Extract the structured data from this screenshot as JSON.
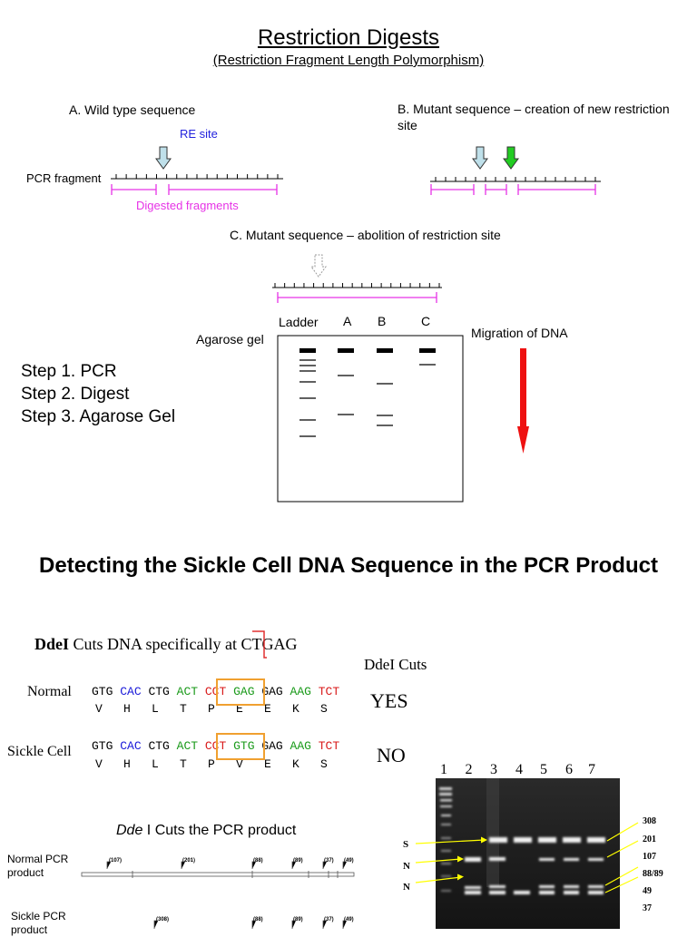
{
  "header": {
    "title": "Restriction Digests",
    "subtitle": "(Restriction Fragment Length Polymorphism)"
  },
  "section_a": {
    "label": "A. Wild type sequence",
    "re_site": "RE site",
    "pcr_fragment": "PCR fragment",
    "digested": "Digested fragments"
  },
  "section_b": {
    "label_line1": "B. Mutant sequence – creation of new restriction",
    "label_line2": "site"
  },
  "section_c": {
    "label": "C. Mutant sequence – abolition of restriction site"
  },
  "gel": {
    "agarose_label": "Agarose gel",
    "migration_label": "Migration of DNA",
    "lanes": [
      "Ladder",
      "A",
      "B",
      "C"
    ]
  },
  "steps": [
    "Step 1. PCR",
    "Step 2. Digest",
    "Step 3. Agarose Gel"
  ],
  "sickle": {
    "heading": "Detecting the Sickle Cell DNA Sequence in the PCR Product",
    "ddei_bold": "DdeI",
    "ddei_text_pre": " Cuts DNA specifically at C",
    "ddei_text_post": "TGAG",
    "ddei_cuts": "DdeI Cuts",
    "normal_label": "Normal",
    "sickle_label": "Sickle Cell",
    "yes": "YES",
    "no": "NO",
    "normal_codons": [
      {
        "t": "GTG",
        "c": "#000000"
      },
      {
        "t": "CAC",
        "c": "#1a1ad8"
      },
      {
        "t": "CTG",
        "c": "#000000"
      },
      {
        "t": "ACT",
        "c": "#1a9a1a"
      },
      {
        "t": "CCT",
        "c": "#d81a1a"
      },
      {
        "t": "GAG",
        "c": "#1a9a1a"
      },
      {
        "t": "GAG",
        "c": "#000000"
      },
      {
        "t": "AAG",
        "c": "#1a9a1a"
      },
      {
        "t": "TCT",
        "c": "#d81a1a"
      }
    ],
    "sickle_codons": [
      {
        "t": "GTG",
        "c": "#000000"
      },
      {
        "t": "CAC",
        "c": "#1a1ad8"
      },
      {
        "t": "CTG",
        "c": "#000000"
      },
      {
        "t": "ACT",
        "c": "#1a9a1a"
      },
      {
        "t": "CCT",
        "c": "#d81a1a"
      },
      {
        "t": "GTG",
        "c": "#1a9a1a"
      },
      {
        "t": "GAG",
        "c": "#000000"
      },
      {
        "t": "AAG",
        "c": "#1a9a1a"
      },
      {
        "t": "TCT",
        "c": "#d81a1a"
      }
    ],
    "normal_aa": [
      "V",
      "H",
      "L",
      "T",
      "P",
      "E",
      "E",
      "K",
      "S"
    ],
    "sickle_aa": [
      "V",
      "H",
      "L",
      "T",
      "P",
      "V",
      "E",
      "K",
      "S"
    ],
    "dde_title_italic": "Dde",
    "dde_title_rest": " I Cuts the PCR product",
    "normal_pcr_line1": "Normal PCR",
    "normal_pcr_line2": "product",
    "sickle_pcr_line1": "Sickle PCR",
    "sickle_pcr_line2": "product",
    "normal_frags": [
      "(107)",
      "(201)",
      "(88)",
      "(89)",
      "(37)",
      "(49)"
    ],
    "sickle_frags": [
      "(308)",
      "(88)",
      "(89)",
      "(37)",
      "(49)"
    ]
  },
  "photo_gel": {
    "lane_numbers": [
      "1",
      "2",
      "3",
      "4",
      "5",
      "6",
      "7"
    ],
    "left_labels": [
      "S",
      "N",
      "N"
    ],
    "sizes": [
      "308",
      "201",
      "107",
      "88/89",
      "49",
      "37"
    ]
  },
  "colors": {
    "magenta": "#e633e6",
    "blue_arrow": "#bfe0ea",
    "green_arrow": "#22cc22",
    "red_arrow": "#ee1111",
    "re_site": "#2222dd",
    "orange_box": "#f0a030",
    "yellow": "#ffff00"
  }
}
